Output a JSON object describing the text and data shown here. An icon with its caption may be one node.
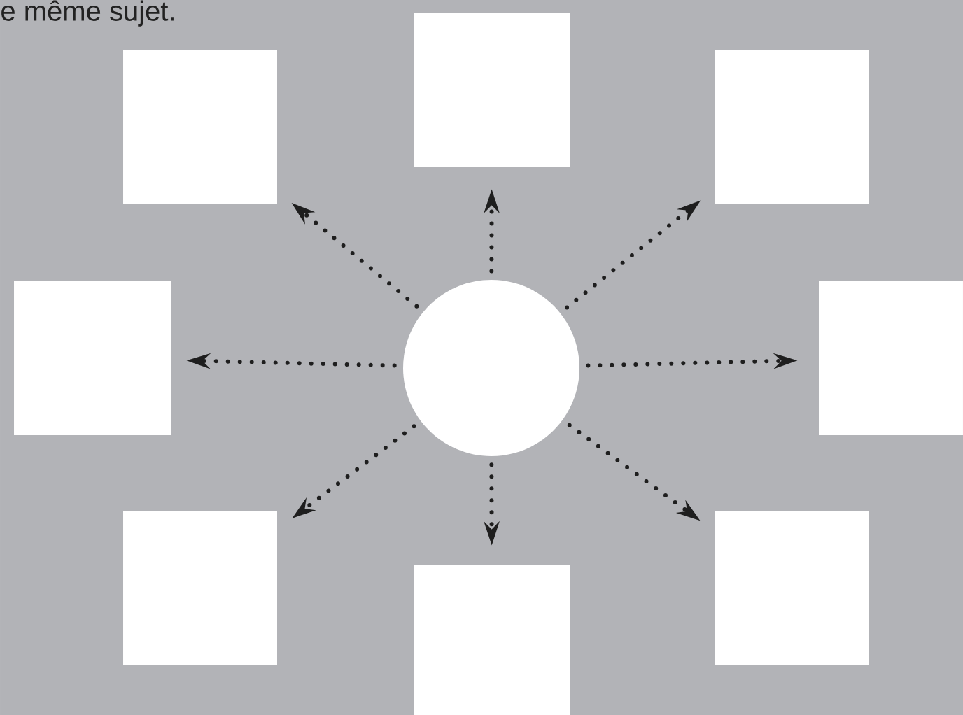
{
  "diagram": {
    "nodes": [
      {
        "text": [],
        "shape": "circle"
      },
      {
        "text": [],
        "shape": "box"
      },
      {
        "text": [],
        "shape": "box"
      },
      {
        "text": [],
        "shape": "box"
      },
      {
        "text": [],
        "shape": "box"
      },
      {
        "text": [],
        "shape": "box"
      },
      {
        "text": [],
        "shape": "box"
      },
      {
        "text": [],
        "shape": "box"
      },
      {
        "text": [],
        "shape": "box"
      }
    ],
    "edges": [
      {
        "from": 0,
        "to": 1,
        "arrow": "to"
      },
      {
        "from": 0,
        "to": 2,
        "arrow": "to"
      },
      {
        "from": 0,
        "to": 3,
        "arrow": "to"
      },
      {
        "from": 0,
        "to": 4,
        "arrow": "to"
      },
      {
        "from": 0,
        "to": 5,
        "arrow": "to"
      },
      {
        "from": 0,
        "to": 6,
        "arrow": "to"
      },
      {
        "from": 0,
        "to": 7,
        "arrow": "to"
      },
      {
        "from": 0,
        "to": 8,
        "arrow": "to"
      }
    ],
    "labels": [
      "e même sujet."
    ]
  }
}
